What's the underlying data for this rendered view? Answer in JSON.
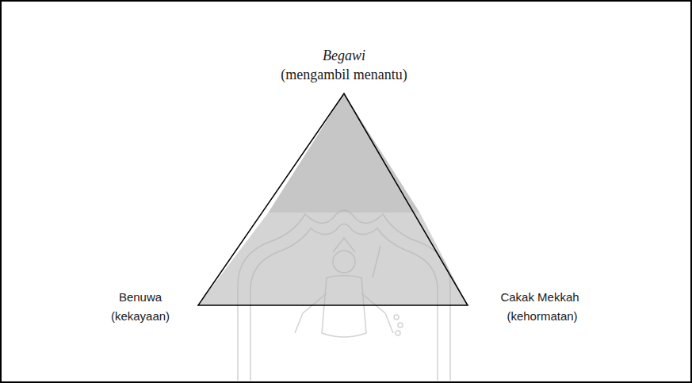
{
  "diagram": {
    "labels": [
      "Begawi",
      "(mengambil menantu)",
      "Benuwa",
      "(kekayaan)",
      "Cakak Mekkah",
      "(kehormatan)"
    ]
  }
}
